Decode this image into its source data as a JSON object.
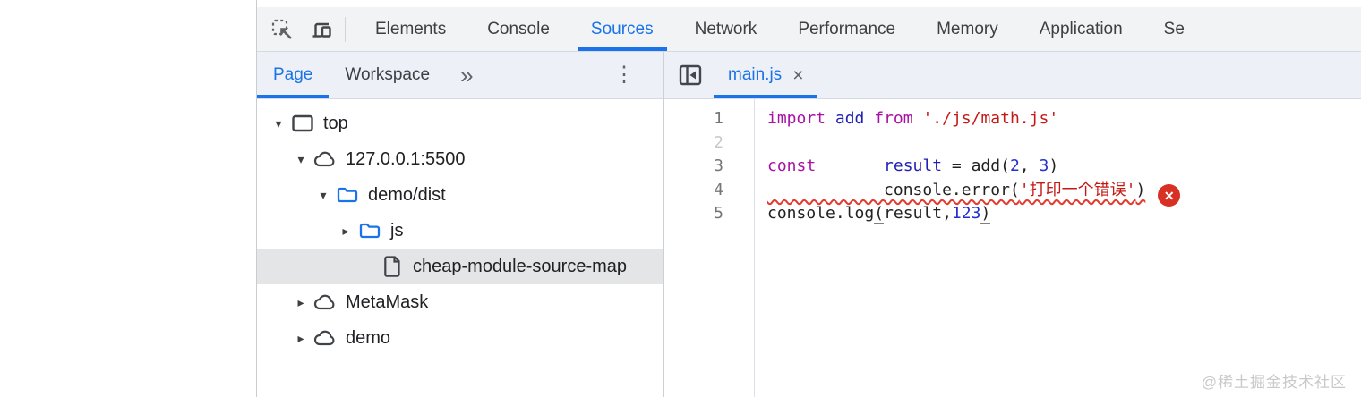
{
  "colors": {
    "accent": "#1a73e8",
    "toolbar-bg": "#f1f3f4",
    "tabbar-bg": "#eef0f7",
    "border": "#d5d9e2",
    "keyword": "#a712a7",
    "definition": "#1f1fb4",
    "number": "#2130cf",
    "string": "#c41a16",
    "error": "#d93025",
    "selected-row": "#e4e5e7"
  },
  "main_toolbar": {
    "tabs": [
      {
        "id": "elements",
        "label": "Elements"
      },
      {
        "id": "console",
        "label": "Console"
      },
      {
        "id": "sources",
        "label": "Sources",
        "active": true
      },
      {
        "id": "network",
        "label": "Network"
      },
      {
        "id": "performance",
        "label": "Performance"
      },
      {
        "id": "memory",
        "label": "Memory"
      },
      {
        "id": "application",
        "label": "Application"
      },
      {
        "id": "security",
        "label": "Se"
      }
    ]
  },
  "navigator": {
    "tabs": [
      {
        "id": "page",
        "label": "Page",
        "active": true
      },
      {
        "id": "workspace",
        "label": "Workspace"
      }
    ],
    "more_tabs_glyph": "»",
    "menu_glyph": "⋮",
    "expand_glyphs": {
      "open": "▾",
      "closed": "▸"
    },
    "tree": [
      {
        "label": "top",
        "icon": "frame-icon",
        "expand": "open",
        "level": 0
      },
      {
        "label": "127.0.0.1:5500",
        "icon": "cloud-icon",
        "expand": "open",
        "level": 1
      },
      {
        "label": "demo/dist",
        "icon": "folder-icon",
        "expand": "open",
        "level": 2
      },
      {
        "label": "js",
        "icon": "folder-icon",
        "expand": "closed",
        "level": 3
      },
      {
        "label": "cheap-module-source-map",
        "icon": "file-icon",
        "expand": "none",
        "level": 4,
        "selected": true
      },
      {
        "label": "MetaMask",
        "icon": "cloud-icon",
        "expand": "closed",
        "level": 1
      },
      {
        "label": "demo",
        "icon": "cloud-icon",
        "expand": "closed",
        "level": 1
      }
    ]
  },
  "editor": {
    "file_tab": {
      "label": "main.js",
      "close_glyph": "×"
    },
    "error_badge_glyph": "✕",
    "lines": [
      {
        "num": "1",
        "tokens": [
          {
            "t": "import",
            "c": "k"
          },
          {
            "t": " "
          },
          {
            "t": "add",
            "c": "d"
          },
          {
            "t": " "
          },
          {
            "t": "from",
            "c": "k"
          },
          {
            "t": " "
          },
          {
            "t": "'./js/math.js'",
            "c": "s"
          }
        ]
      },
      {
        "num": "2",
        "dim": true,
        "tokens": []
      },
      {
        "num": "3",
        "tokens": [
          {
            "t": "const",
            "c": "k"
          },
          {
            "t": "       "
          },
          {
            "t": "result",
            "c": "d"
          },
          {
            "t": " = add("
          },
          {
            "t": "2",
            "c": "n"
          },
          {
            "t": ", "
          },
          {
            "t": "3",
            "c": "n"
          },
          {
            "t": ")"
          }
        ]
      },
      {
        "num": "4",
        "error": true,
        "tokens": [
          {
            "t": "            console.error("
          },
          {
            "t": "'打印一个错误'",
            "c": "s"
          },
          {
            "t": ")"
          }
        ]
      },
      {
        "num": "5",
        "tokens": [
          {
            "t": "console.log"
          },
          {
            "t": "(",
            "c": "b"
          },
          {
            "t": "result,"
          },
          {
            "t": "123",
            "c": "n"
          },
          {
            "t": ")",
            "c": "b"
          }
        ]
      }
    ]
  },
  "watermark": "@稀土掘金技术社区"
}
